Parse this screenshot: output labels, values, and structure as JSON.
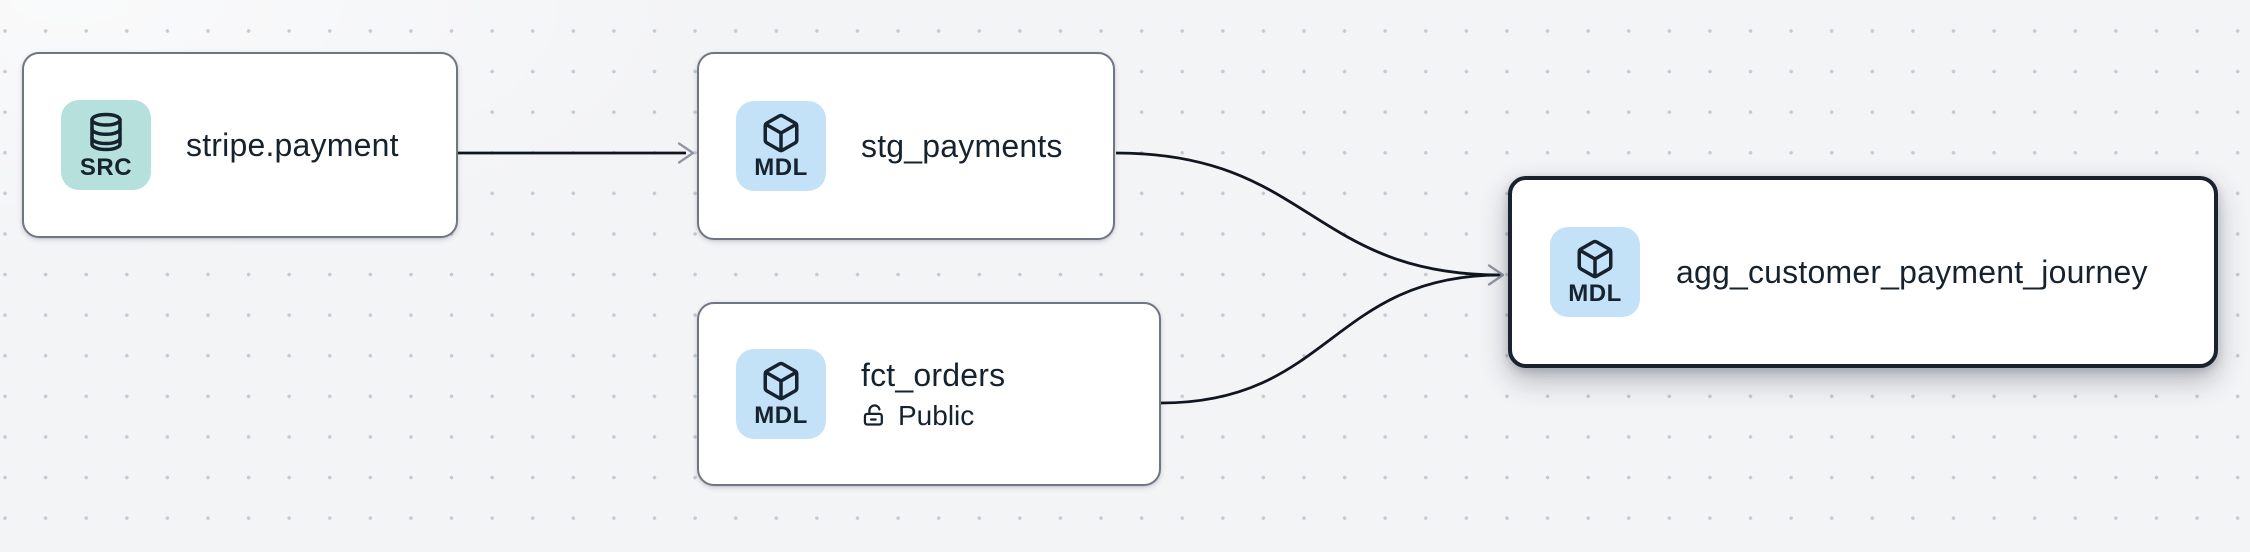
{
  "canvas": {
    "kind": "lineage-graph",
    "background_color": "#f3f4f6",
    "dot_color": "#c5c9d2"
  },
  "colors": {
    "edge": "#10161f",
    "arrow_marker": "#8f95a1",
    "node_background": "#ffffff",
    "node_border": "#6f7683",
    "selected_node_border": "#1a222e",
    "text": "#17222f",
    "source_badge_background": "#b6e0dc",
    "model_badge_background": "#c3e2f8"
  },
  "nodes": [
    {
      "id": "stripe.payment",
      "title": "stripe.payment",
      "type": "source",
      "badge_label": "SRC",
      "badge_icon": "database-icon",
      "selected": false
    },
    {
      "id": "stg_payments",
      "title": "stg_payments",
      "type": "model",
      "badge_label": "MDL",
      "badge_icon": "box-icon",
      "selected": false
    },
    {
      "id": "fct_orders",
      "title": "fct_orders",
      "type": "model",
      "badge_label": "MDL",
      "badge_icon": "box-icon",
      "access_icon": "unlock-icon",
      "access_label": "Public",
      "selected": false
    },
    {
      "id": "agg_customer_payment_journey",
      "title": "agg_customer_payment_journey",
      "type": "model",
      "badge_label": "MDL",
      "badge_icon": "box-icon",
      "selected": true
    }
  ],
  "edges": [
    {
      "from": "stripe.payment",
      "to": "stg_payments"
    },
    {
      "from": "stg_payments",
      "to": "agg_customer_payment_journey"
    },
    {
      "from": "fct_orders",
      "to": "agg_customer_payment_journey"
    }
  ]
}
